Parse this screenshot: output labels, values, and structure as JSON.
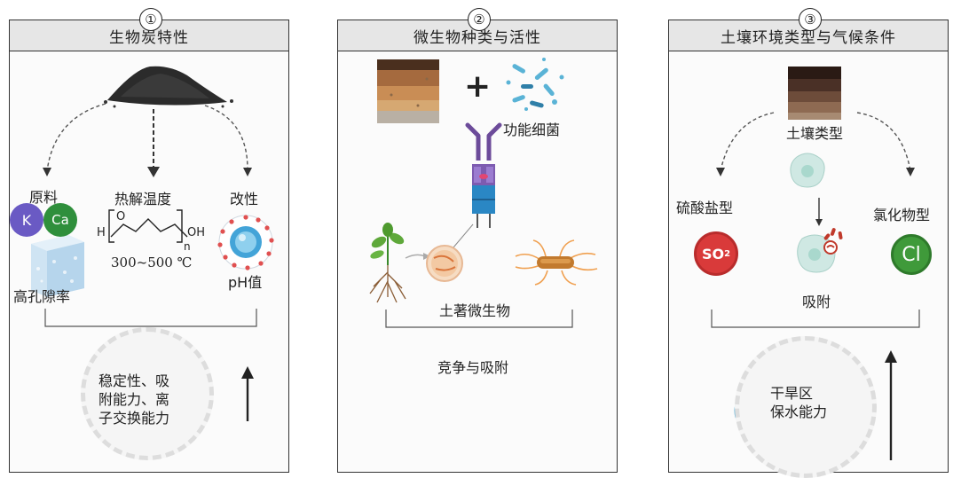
{
  "panels": [
    {
      "number": "①",
      "title": "生物炭特性",
      "labels": {
        "raw": "原料",
        "temp": "热解温度",
        "temp_range": "300~500 ℃",
        "modify": "改性",
        "porosity": "高孔隙率",
        "ph": "pH值",
        "ion_k": "K",
        "ion_ca": "Ca",
        "chem_h": "H",
        "chem_o": "O",
        "chem_n": "n",
        "chem_oh": "OH",
        "center_line1": "稳定性、吸",
        "center_line2": "附能力、离",
        "center_line3": "子交换能力"
      }
    },
    {
      "number": "②",
      "title": "微生物种类与活性",
      "labels": {
        "plus": "+",
        "bacteria": "功能细菌",
        "native": "土著微生物",
        "compete": "竞争与吸附"
      }
    },
    {
      "number": "③",
      "title": "土壤环境类型与气候条件",
      "labels": {
        "soil_type": "土壤类型",
        "sulfate": "硫酸盐型",
        "chloride": "氯化物型",
        "adsorb": "吸附",
        "so2": "SO",
        "so2_sub": "2",
        "cl": "Cl",
        "center_line1": "干旱区",
        "center_line2": "保水能力"
      }
    }
  ],
  "colors": {
    "k_ion": "#6a5ac4",
    "ca_ion": "#2f8f3c",
    "so2_ion": "#d93a3a",
    "cl_ion": "#3f9a3a",
    "title_bg": "#e6e6e6"
  }
}
